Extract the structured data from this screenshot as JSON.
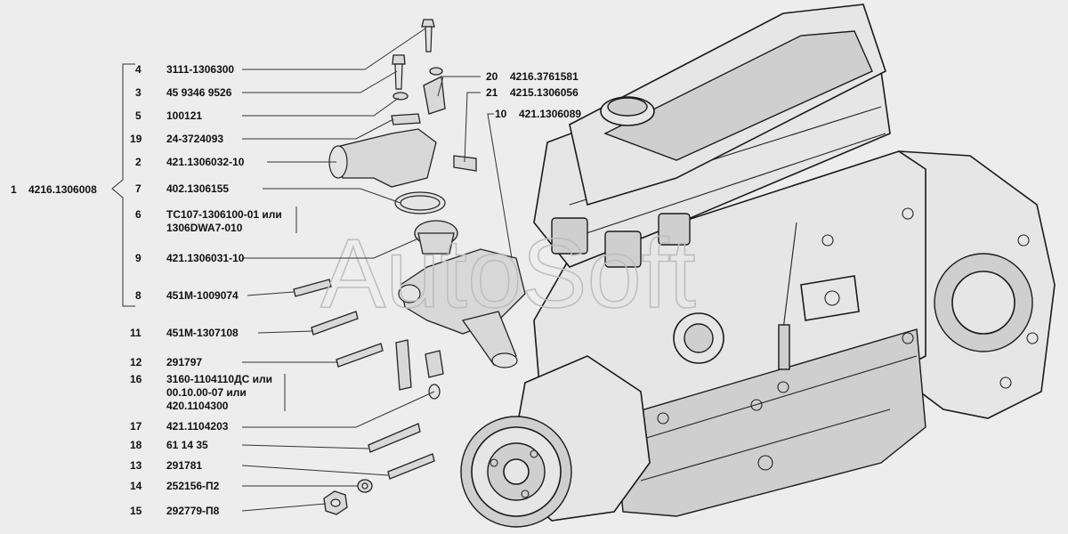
{
  "watermark": "AutoSoft",
  "assembly": {
    "num": "1",
    "code": "4216.1306008"
  },
  "callouts": [
    {
      "num": "4",
      "code": "3111-1306300"
    },
    {
      "num": "3",
      "code": "45 9346 9526"
    },
    {
      "num": "5",
      "code": "100121"
    },
    {
      "num": "19",
      "code": "24-3724093"
    },
    {
      "num": "2",
      "code": "421.1306032-10"
    },
    {
      "num": "7",
      "code": "402.1306155"
    },
    {
      "num": "6",
      "code": "ТС107-1306100-01 или",
      "code2": "1306DWA7-010"
    },
    {
      "num": "9",
      "code": "421.1306031-10"
    },
    {
      "num": "8",
      "code": "451М-1009074"
    },
    {
      "num": "11",
      "code": "451М-1307108"
    },
    {
      "num": "12",
      "code": "291797"
    },
    {
      "num": "16",
      "code": "3160-1104110ДС или",
      "code2": "00.10.00-07 или",
      "code3": "420.1104300"
    },
    {
      "num": "17",
      "code": "421.1104203"
    },
    {
      "num": "18",
      "code": "61 14 35"
    },
    {
      "num": "13",
      "code": "291781"
    },
    {
      "num": "14",
      "code": "252156-П2"
    },
    {
      "num": "15",
      "code": "292779-П8"
    },
    {
      "num": "20",
      "code": "4216.3761581"
    },
    {
      "num": "21",
      "code": "4215.1306056"
    },
    {
      "num": "10",
      "code": "421.1306089"
    }
  ]
}
